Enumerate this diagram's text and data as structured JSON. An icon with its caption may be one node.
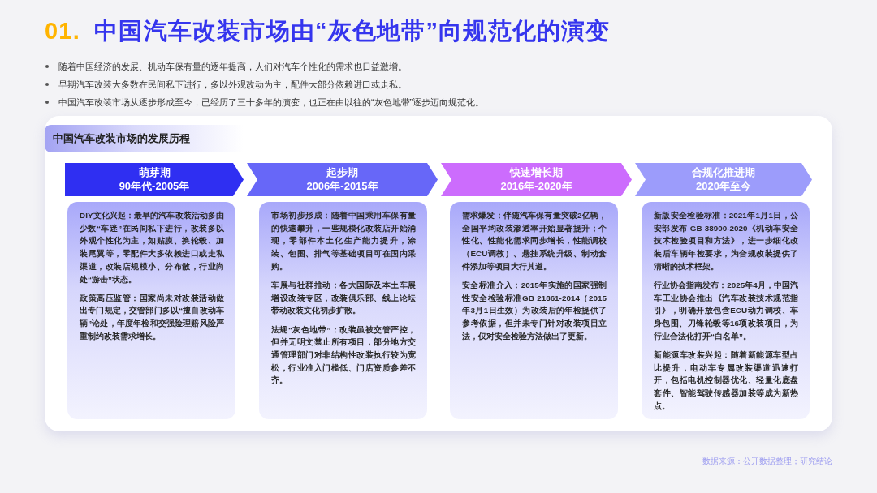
{
  "diagram": {
    "title": "01. 中国汽车改装市场由“灰色地带”向规范化的演变",
    "nodes": [
      {
        "text": [
          "中国汽车改装市场的发展历程"
        ]
      },
      {
        "text": [
          "萌芽期",
          "90年代-2005年"
        ],
        "in": 0
      },
      {
        "text": [
          "DIY文化兴起：最早的汽车改装活动多由少数“车迷”在民间私下进行，改装多以外观个性化为主，如贴膜、换轮毂、加装尾翼等，零配件大多依赖进口或走私渠道，改装店规模小、分布散，行业尚处“游击”状态。",
          "政策高压监管：国家尚未对改装活动做出专门规定，交管部门多以“擅自改动车辆”论处，年度年检和交强险理赔风险严重制约改装需求增长。"
        ],
        "in": 0
      },
      {
        "text": [
          "起步期",
          "2006年-2015年"
        ],
        "in": 0
      },
      {
        "text": [
          "市场初步形成：随着中国乘用车保有量的快速攀升，一些规模化改装店开始涌现，零部件本土化生产能力提升，涂装、包围、排气等基础项目可在国内采购。",
          "车展与社群推动：各大国际及本土车展增设改装专区，改装俱乐部、线上论坛带动改装文化初步扩散。",
          "法规“灰色地带”：改装虽被交管严控，但并无明文禁止所有项目，部分地方交通管理部门对非结构性改装执行较为宽松，行业准入门槛低、门店资质参差不齐。"
        ],
        "in": 0
      },
      {
        "text": [
          "快速增长期",
          "2016年-2020年"
        ],
        "in": 0
      },
      {
        "text": [
          "需求爆发：伴随汽车保有量突破2亿辆，全国平均改装渗透率开始显著提升；个性化、性能化需求同步增长，性能调校（ECU调教）、悬挂系统升级、制动套件添加等项目大行其道。",
          "安全标准介入：2015年实施的国家强制性安全检验标准GB 21861-2014（2015年3月1日生效）为改装后的年检提供了参考依据，但并未专门针对改装项目立法，仅对安全检验方法做出了更新。"
        ],
        "in": 0
      },
      {
        "text": [
          "合规化推进期",
          "2020年至今"
        ],
        "in": 0
      },
      {
        "text": [
          "新版安全检验标准：2021年1月1日，公安部发布 GB 38900-2020《机动车安全技术检验项目和方法》，进一步细化改装后车辆年检要求，为合规改装提供了清晰的技术框架。",
          "行业协会指南发布：2025年4月，中国汽车工业协会推出《汽车改装技术规范指引》，明确开放包含ECU动力调校、车身包围、刀锋轮毂等16项改装项目，为行业合法化打开“白名单”。",
          "新能源车改装兴起：随着新能源车型占比提升，电动车专属改装渠道迅速打开，包括电机控制器优化、轻量化底盘套件、智能驾驶传感器加装等成为新热点。"
        ],
        "in": 0
      }
    ],
    "labels": [
      "随着中国经济的发展、机动车保有量的逐年提高，人们对汽车个性化的需求也日益激增。",
      "早期汽车改装大多数在民间私下进行，多以外观改动为主，配件大部分依赖进口或走私。",
      "中国汽车改装市场从逐步形成至今，已经历了三十多年的演变，也正在由以往的“灰色地带”逐步迈向规范化。",
      "数据来源：公开数据整理；研究结论"
    ]
  }
}
